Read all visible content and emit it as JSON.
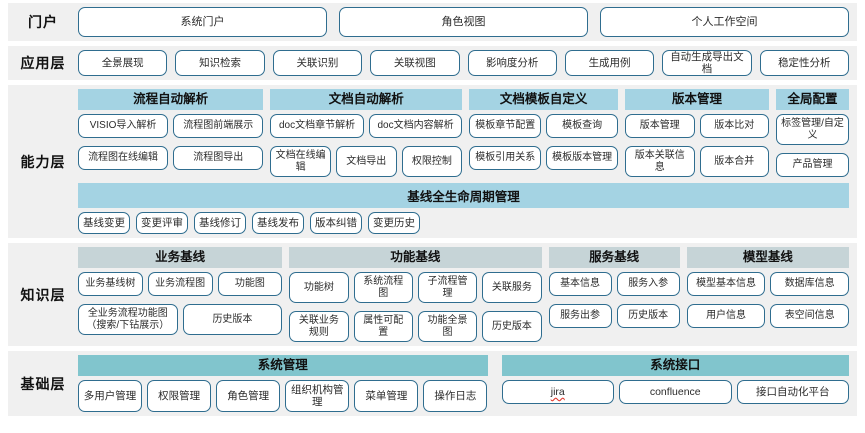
{
  "layers": [
    {
      "id": "portal",
      "label": "门户",
      "items": [
        "系统门户",
        "角色视图",
        "个人工作空间"
      ]
    },
    {
      "id": "application",
      "label": "应用层",
      "items": [
        "全景展现",
        "知识检索",
        "关联识别",
        "关联视图",
        "影响度分析",
        "生成用例",
        "自动生成导出文档",
        "稳定性分析"
      ]
    },
    {
      "id": "capability",
      "label": "能力层",
      "groups": [
        {
          "head": "流程自动解析",
          "flex": 193,
          "rows": [
            [
              "VISIO导入解析",
              "流程图前端展示"
            ],
            [
              "流程图在线编辑",
              "流程图导出"
            ]
          ]
        },
        {
          "head": "文档自动解析",
          "flex": 200,
          "rows": [
            [
              "doc文档章节解析",
              "doc文档内容解析"
            ],
            [
              "文档在线编辑",
              "文档导出",
              "权限控制"
            ]
          ]
        },
        {
          "head": "文档模板自定义",
          "flex": 155,
          "rows": [
            [
              "模板章节配置",
              "模板查询"
            ],
            [
              "模板引用关系",
              "模板版本管理"
            ]
          ]
        },
        {
          "head": "版本管理",
          "flex": 150,
          "rows": [
            [
              "版本管理",
              "版本比对"
            ],
            [
              "版本关联信息",
              "版本合并"
            ]
          ]
        },
        {
          "head": "全局配置",
          "flex": 76,
          "rows": [
            [
              "标签管理/自定义"
            ],
            [
              "产品管理"
            ]
          ]
        }
      ],
      "banner": {
        "head": "基线全生命周期管理",
        "items": [
          "基线变更",
          "变更评审",
          "基线修订",
          "基线发布",
          "版本纠错",
          "变更历史"
        ]
      }
    },
    {
      "id": "knowledge",
      "label": "知识层",
      "groups": [
        {
          "head": "业务基线",
          "flex": 200,
          "rows": [
            [
              "业务基线树",
              "业务流程图",
              "功能图"
            ],
            [
              "全业务流程功能图（搜索/下钻展示）",
              "历史版本"
            ]
          ]
        },
        {
          "head": "功能基线",
          "flex": 248,
          "rows": [
            [
              "功能树",
              "系统流程图",
              "子流程管理",
              "关联服务"
            ],
            [
              "关联业务规则",
              "属性可配置",
              "功能全景图",
              "历史版本"
            ]
          ]
        },
        {
          "head": "服务基线",
          "flex": 127,
          "rows": [
            [
              "基本信息",
              "服务入参"
            ],
            [
              "服务出参",
              "历史版本"
            ]
          ]
        },
        {
          "head": "模型基线",
          "flex": 158,
          "rows": [
            [
              "模型基本信息",
              "数据库信息"
            ],
            [
              "用户信息",
              "表空间信息"
            ]
          ]
        }
      ]
    },
    {
      "id": "foundation",
      "label": "基础层",
      "groups": [
        {
          "head": "系统管理",
          "flex": 392,
          "rows": [
            [
              "多用户管理",
              "权限管理",
              "角色管理",
              "组织机构管理",
              "菜单管理",
              "操作日志"
            ]
          ]
        },
        {
          "head": "系统接口",
          "flex": 330,
          "rows": [
            [
              "jira",
              "confluence",
              "接口自动化平台"
            ]
          ]
        }
      ]
    }
  ],
  "colors": {
    "band_background": "#f0f0f0",
    "pill_border": "#2f6d8f",
    "capability_header": "#a4d3e3",
    "knowledge_header": "#c6d4d7",
    "foundation_header": "#81c5cd",
    "page_background": "#ffffff"
  }
}
